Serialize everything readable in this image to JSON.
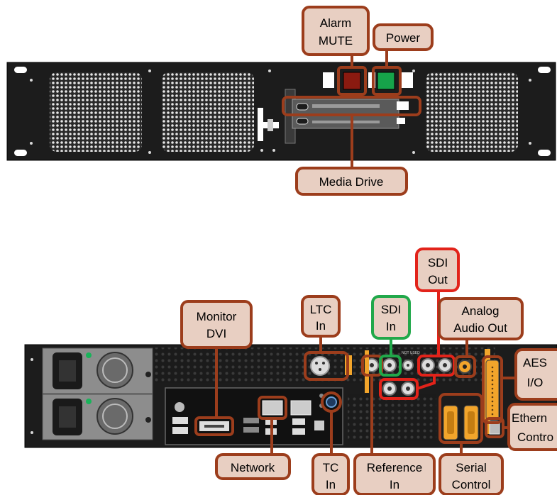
{
  "front_panel": {
    "alarm_mute": [
      "Alarm",
      "MUTE"
    ],
    "power": "Power",
    "media_drive": "Media Drive"
  },
  "rear_panel": {
    "monitor_dvi": [
      "Monitor",
      "DVI"
    ],
    "ltc_in": [
      "LTC",
      "In"
    ],
    "sdi_in": [
      "SDI",
      "In"
    ],
    "sdi_out": [
      "SDI",
      "Out"
    ],
    "analog_audio_out": [
      "Analog",
      "Audio Out"
    ],
    "aes_io": [
      "AES",
      "I/O"
    ],
    "ethernet_control": [
      "Ethern",
      "Contro"
    ],
    "network": "Network",
    "tc_in": [
      "TC",
      "In"
    ],
    "reference_in": [
      "Reference",
      "In"
    ],
    "serial_control": [
      "Serial",
      "Control"
    ],
    "not_used": "NOT USED"
  },
  "colors": {
    "label_fill": "#e8cfc2",
    "label_border": "#9c3d1c",
    "sdi_in_border": "#21a84a",
    "sdi_out_border": "#e2231a",
    "chassis": "#1c1c1c",
    "connector_gold": "#f2a52b"
  }
}
